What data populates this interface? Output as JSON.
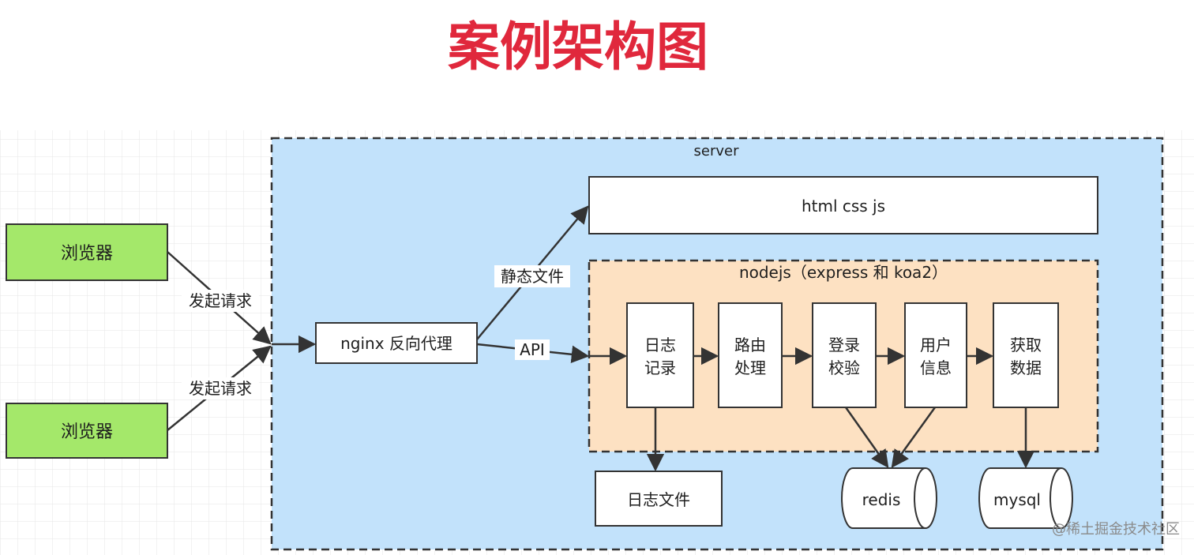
{
  "title": "案例架构图",
  "groups": {
    "server": "server",
    "nodejs": "nodejs（express 和 koa2）"
  },
  "nodes": {
    "browser_top": "浏览器",
    "browser_bottom": "浏览器",
    "nginx": "nginx 反向代理",
    "static": "html css js",
    "log_record": [
      "日志",
      "记录"
    ],
    "routing": [
      "路由",
      "处理"
    ],
    "login_check": [
      "登录",
      "校验"
    ],
    "user_info": [
      "用户",
      "信息"
    ],
    "fetch_data": [
      "获取",
      "数据"
    ],
    "log_file": "日志文件",
    "redis": "redis",
    "mysql": "mysql"
  },
  "edges": {
    "request_top": "发起请求",
    "request_bottom": "发起请求",
    "static_files": "静态文件",
    "api": "API"
  },
  "watermark": "@稀土掘金技术社区",
  "colors": {
    "title": "#e0283c",
    "browser_fill": "#a4e86a",
    "server_fill": "#c2e2fb",
    "nodejs_fill": "#fde1c2",
    "stroke": "#333333"
  }
}
